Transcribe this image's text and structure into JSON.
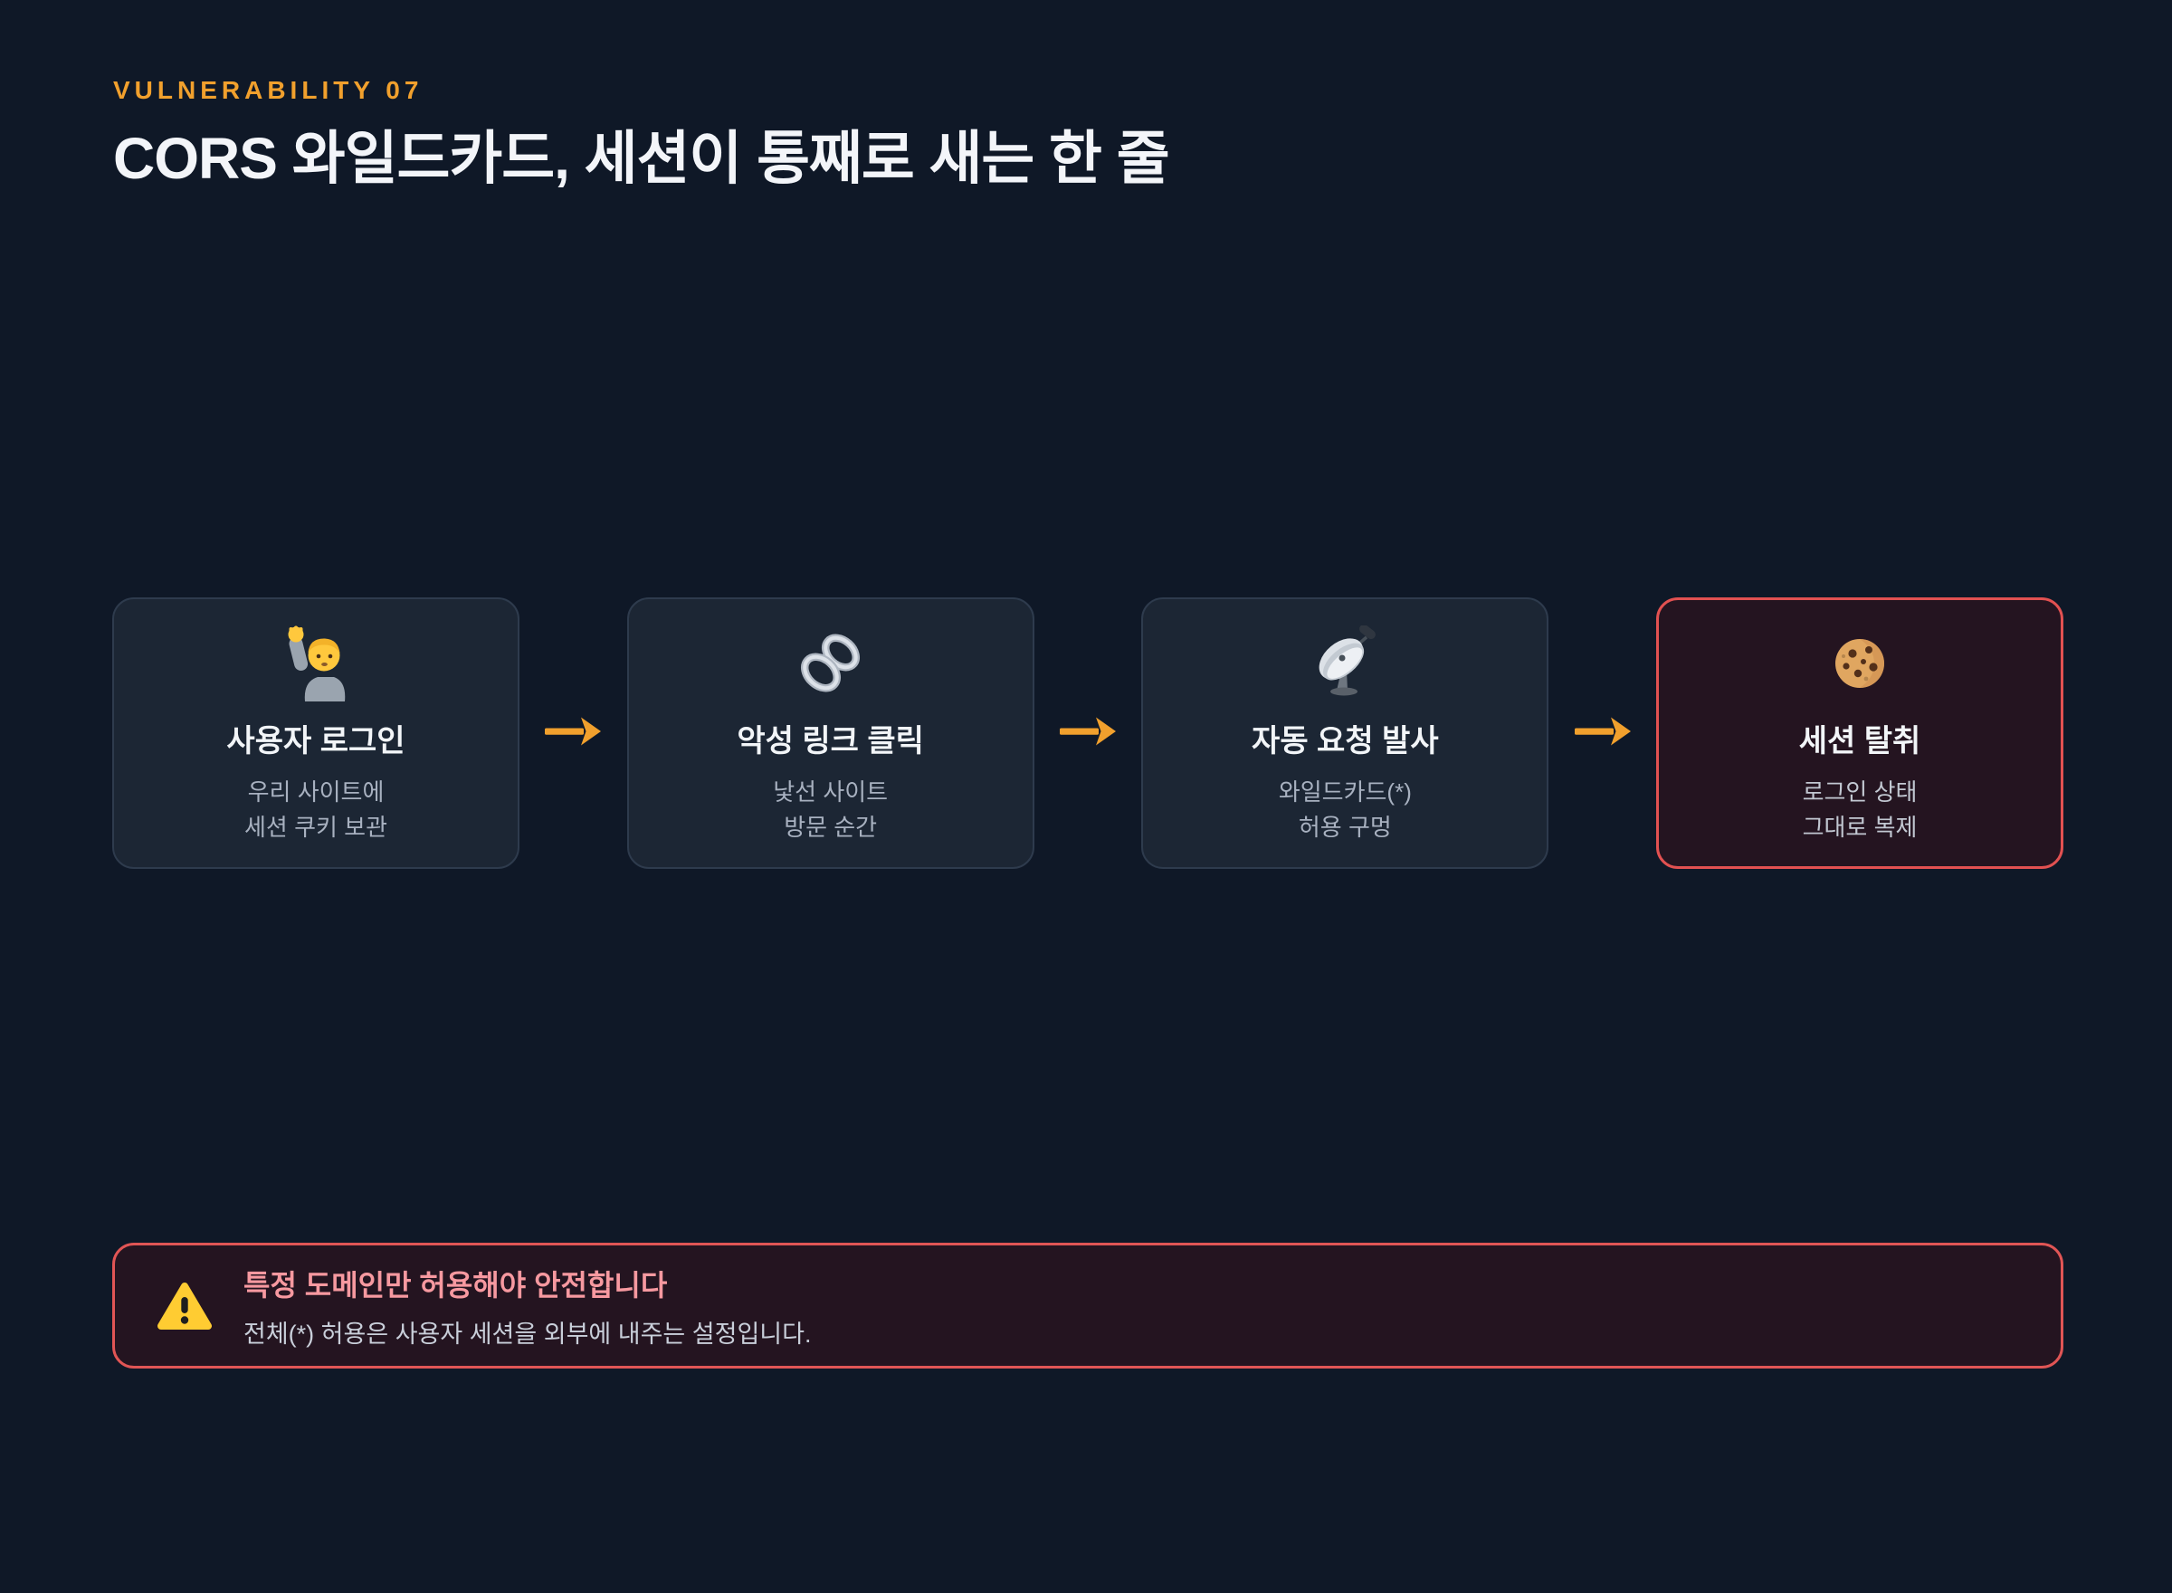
{
  "slide": {
    "eyebrow": "VULNERABILITY 07",
    "title": "CORS 와일드카드, 세션이 통째로 새는 한 줄"
  },
  "flow": {
    "connector_icon": "arrow-right-icon",
    "steps": [
      {
        "icon": "person-raising-hand-icon",
        "title": "사용자 로그인",
        "line1": "우리 사이트에",
        "line2": "세션 쿠키 보관",
        "highlighted": false
      },
      {
        "icon": "chain-link-icon",
        "title": "악성 링크 클릭",
        "line1": "낯선 사이트",
        "line2": "방문 순간",
        "highlighted": false
      },
      {
        "icon": "satellite-dish-icon",
        "title": "자동 요청 발사",
        "line1": "와일드카드(*)",
        "line2": "허용 구멍",
        "highlighted": false
      },
      {
        "icon": "cookie-icon",
        "title": "세션 탈취",
        "line1": "로그인 상태",
        "line2": "그대로 복제",
        "highlighted": true
      }
    ]
  },
  "alert": {
    "icon": "warning-triangle-icon",
    "title": "특정 도메인만 허용해야 안전합니다",
    "description": "전체(*) 허용은 사용자 세션을 외부에 내주는 설정입니다."
  },
  "colors": {
    "background": "#0F1827",
    "card_background": "#1C2634",
    "card_border": "#2E3B4D",
    "accent_orange": "#F1A02D",
    "danger_border": "#E25151",
    "danger_background": "#241420",
    "alert_title_pink": "#F799A0",
    "text_primary": "#F3F5F9",
    "text_secondary": "#A8B1C0"
  }
}
